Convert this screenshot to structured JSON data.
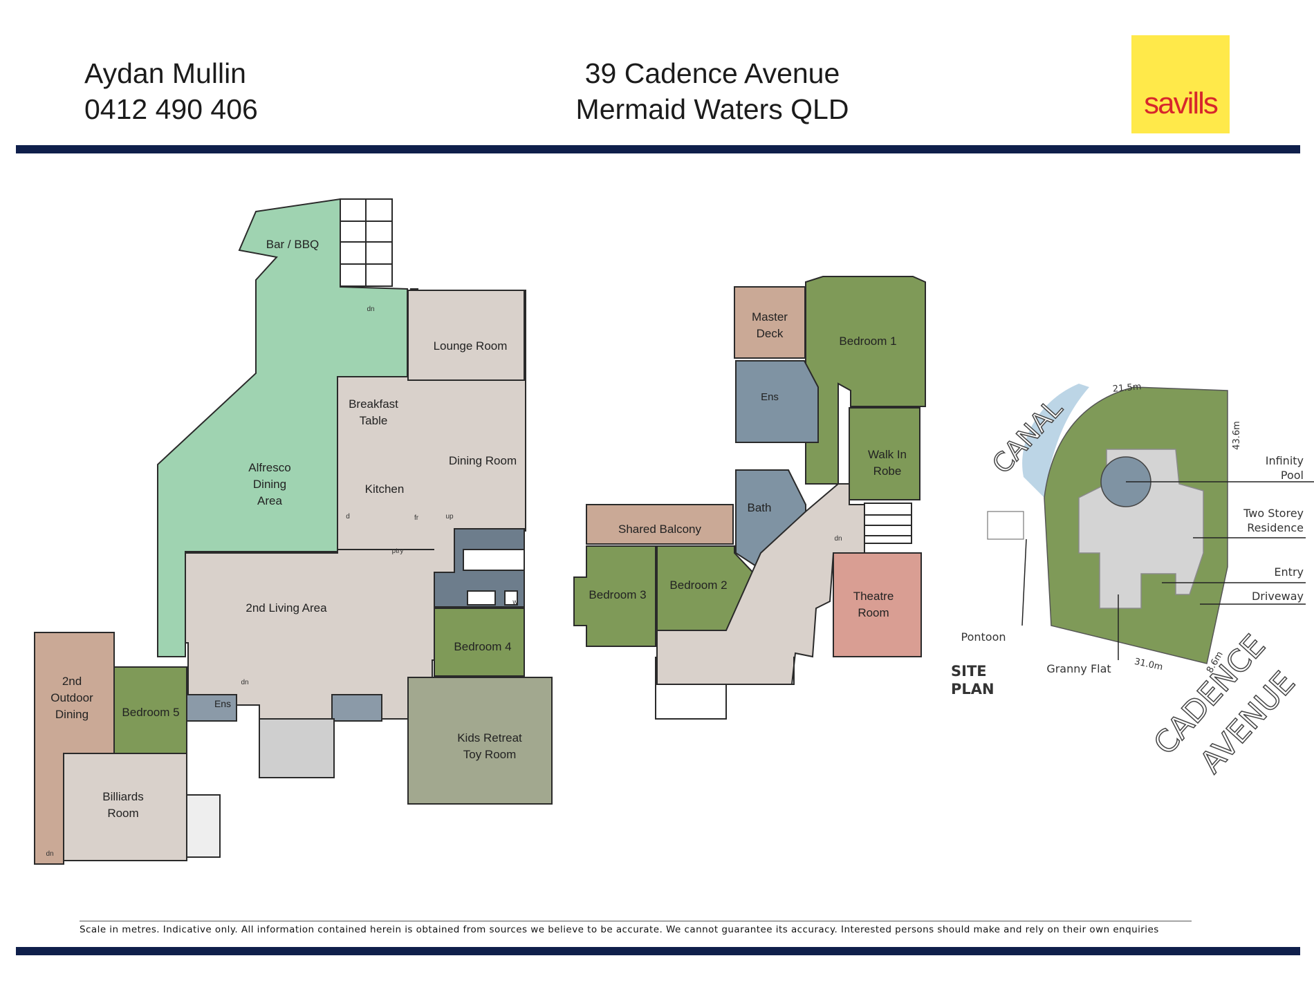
{
  "header": {
    "agent_name": "Aydan Mullin",
    "agent_phone": "0412 490 406",
    "address_line1": "39 Cadence Avenue",
    "address_line2": "Mermaid Waters QLD",
    "brand": "savills"
  },
  "colors": {
    "brand_yellow": "#ffe94a",
    "brand_red": "#d7262b",
    "rule_navy": "#0f1f4b",
    "outdoor_green": "#9fd3b1",
    "bedroom_green": "#7f9a58",
    "living_grey": "#d9d1cb",
    "wet_blue": "#7f93a3",
    "deck_brown": "#caa996",
    "theatre_pink": "#d99e93",
    "retreat_grey": "#a2a88f"
  },
  "ground_floor": {
    "bar_bbq": "Bar / BBQ",
    "lounge": [
      "Lounge Room"
    ],
    "breakfast": [
      "Breakfast",
      "Table"
    ],
    "alfresco": [
      "Alfresco",
      "Dining",
      "Area"
    ],
    "dining": [
      "Dining Room"
    ],
    "kitchen": [
      "Kitchen"
    ],
    "living2": [
      "2nd Living Area"
    ],
    "bedroom4": [
      "Bedroom 4"
    ],
    "outdoor2": [
      "2nd",
      "Outdoor",
      "Dining"
    ],
    "bedroom5": [
      "Bedroom 5"
    ],
    "ens": "Ens",
    "kids": [
      "Kids Retreat",
      "Toy Room"
    ],
    "billiards": [
      "Billiards",
      "Room"
    ],
    "marks": {
      "dn": "dn",
      "up": "up",
      "fr": "fr",
      "d": "d",
      "w": "w",
      "ptry": "ptry"
    }
  },
  "upper_floor": {
    "master_deck": [
      "Master",
      "Deck"
    ],
    "bedroom1": [
      "Bedroom 1"
    ],
    "ens": "Ens",
    "walk_in_robe": [
      "Walk In",
      "Robe"
    ],
    "shared_balcony": [
      "Shared Balcony"
    ],
    "bath": [
      "Bath"
    ],
    "bedroom3": [
      "Bedroom 3"
    ],
    "bedroom2": [
      "Bedroom 2"
    ],
    "theatre": [
      "Theatre",
      "Room"
    ],
    "dn": "dn"
  },
  "site_plan": {
    "title": [
      "SITE",
      "PLAN"
    ],
    "canal": "CANAL",
    "street": [
      "CADENCE",
      "AVENUE"
    ],
    "dims": {
      "top": "21.5m",
      "right": "43.6m",
      "bottom": "31.0m",
      "corner": "8.6m"
    },
    "callouts": {
      "pool": [
        "Infinity",
        "Pool"
      ],
      "residence": [
        "Two Storey",
        "Residence"
      ],
      "entry": "Entry",
      "driveway": "Driveway",
      "pontoon": "Pontoon",
      "granny_flat": "Granny Flat"
    }
  },
  "footer": {
    "disclaimer": "Scale in metres. Indicative only. All information contained herein is obtained from sources we believe to be accurate. We cannot guarantee its accuracy. Interested persons should make and rely on their own enquiries"
  }
}
